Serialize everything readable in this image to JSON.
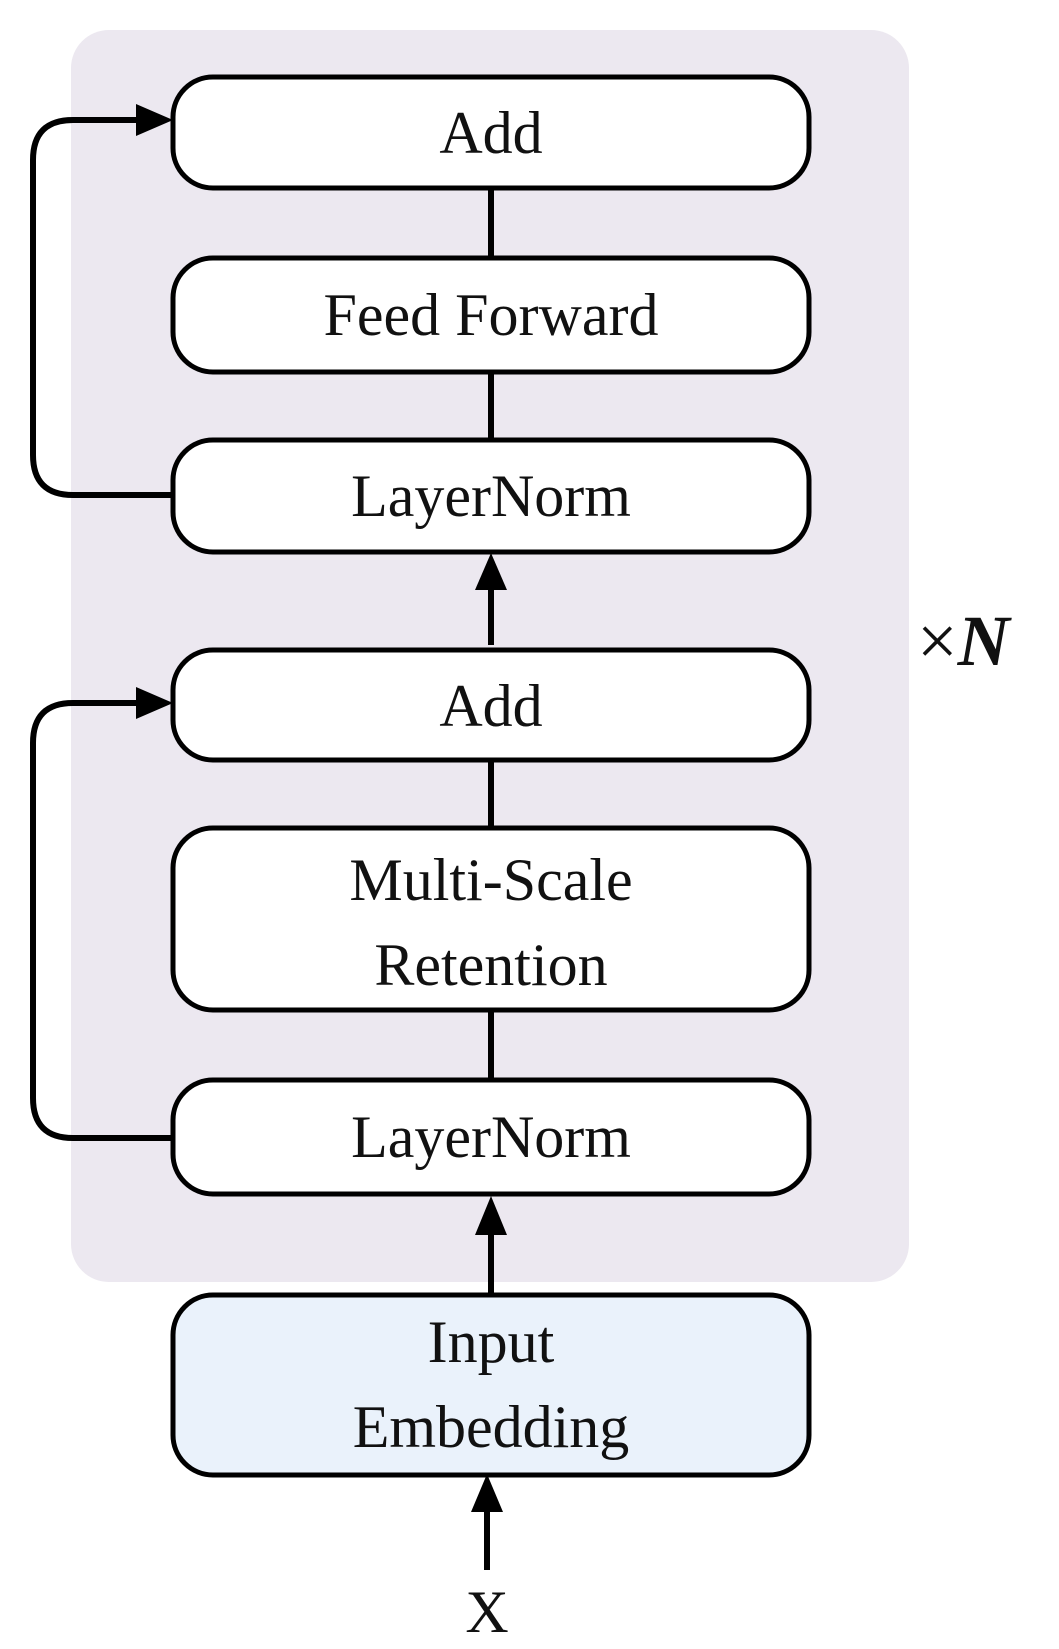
{
  "blocks": {
    "add_top": "Add",
    "feed_forward": "Feed Forward",
    "layernorm_top": "LayerNorm",
    "add_bottom": "Add",
    "msr_line1": "Multi-Scale",
    "msr_line2": "Retention",
    "layernorm_bottom": "LayerNorm",
    "embedding_line1": "Input",
    "embedding_line2": "Embedding"
  },
  "repeat": {
    "times": "×",
    "n": "N"
  },
  "input_label": "X",
  "colors": {
    "layer_background": "#ece8f0",
    "block_fill": "#ffffff",
    "embedding_fill": "#eaf2fb",
    "stroke": "#000000"
  }
}
